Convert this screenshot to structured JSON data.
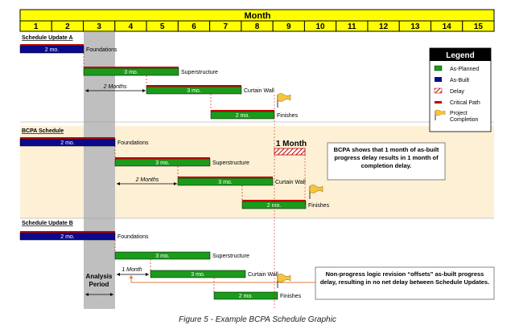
{
  "header": {
    "title": "Month",
    "months": [
      "1",
      "2",
      "3",
      "4",
      "5",
      "6",
      "7",
      "8",
      "9",
      "10",
      "11",
      "12",
      "13",
      "14",
      "15"
    ]
  },
  "sections": [
    {
      "label": "Schedule Update A",
      "bars": [
        {
          "type": "built",
          "start": 1,
          "end": 3,
          "text": "2 mo.",
          "label": "Foundations"
        },
        {
          "type": "planned",
          "start": 3,
          "end": 5,
          "text": "3 mo.",
          "label": "Superstructure",
          "critical": true
        },
        {
          "type": "planned",
          "start": 5,
          "end": 7,
          "text": "3 mo.",
          "label": "Curtain Wall",
          "critical": true
        },
        {
          "type": "planned",
          "start": 7,
          "end": 9,
          "text": "2 mo.",
          "label": "Finishes",
          "critical": true
        }
      ],
      "lag_text": "2 Months"
    },
    {
      "label": "BCPA Schedule",
      "bars": [
        {
          "type": "built",
          "start": 1,
          "end": 4,
          "text": "2 mo.",
          "label": "Foundations"
        },
        {
          "type": "planned",
          "start": 4,
          "end": 6,
          "text": "3 mo.",
          "label": "Superstructure",
          "critical": true
        },
        {
          "type": "planned",
          "start": 6,
          "end": 8,
          "text": "3 mo.",
          "label": "Curtain Wall",
          "critical": true
        },
        {
          "type": "planned",
          "start": 8,
          "end": 10,
          "text": "2 mo.",
          "label": "Finishes",
          "critical": true
        }
      ],
      "lag_text": "2 Months",
      "delay_label": "1 Month",
      "callout": "BCPA shows that 1 month of as-built progress delay results in 1 month of completion delay."
    },
    {
      "label": "Schedule Update B",
      "bars": [
        {
          "type": "built",
          "start": 1,
          "end": 4,
          "text": "2 mo.",
          "label": "Foundations"
        },
        {
          "type": "planned",
          "start": 4,
          "end": 6,
          "text": "3 mo.",
          "label": "Superstructure"
        },
        {
          "type": "planned",
          "start": 5,
          "end": 7,
          "text": "3 mo.",
          "label": "Curtain Wall"
        },
        {
          "type": "planned",
          "start": 7,
          "end": 9,
          "text": "2 mo.",
          "label": "Finishes"
        }
      ],
      "lag_text": "1 Month",
      "callout": "Non-progress logic revision “offsets” as-built progress delay, resulting in no net delay between Schedule Updates."
    }
  ],
  "analysis_period": {
    "line1": "Analysis",
    "line2": "Period"
  },
  "legend": {
    "title": "Legend",
    "items": [
      {
        "kind": "planned",
        "label": "As-Planned"
      },
      {
        "kind": "built",
        "label": "As-Built"
      },
      {
        "kind": "delay",
        "label": "Delay"
      },
      {
        "kind": "critical",
        "label": "Critical Path"
      },
      {
        "kind": "flag",
        "label": "Project Completion"
      }
    ]
  },
  "colors": {
    "header_yellow": "#ffff00",
    "planned_green": "#1a9b1a",
    "built_blue": "#0a0a8c",
    "critical_red": "#c00000",
    "bcpa_band": "#fdf0d5",
    "analysis_gray": "#bfbfbf",
    "flag_yellow": "#f5c542",
    "callout_arrow": "#e07b39"
  },
  "caption": "Figure 5 - Example BCPA Schedule Graphic"
}
